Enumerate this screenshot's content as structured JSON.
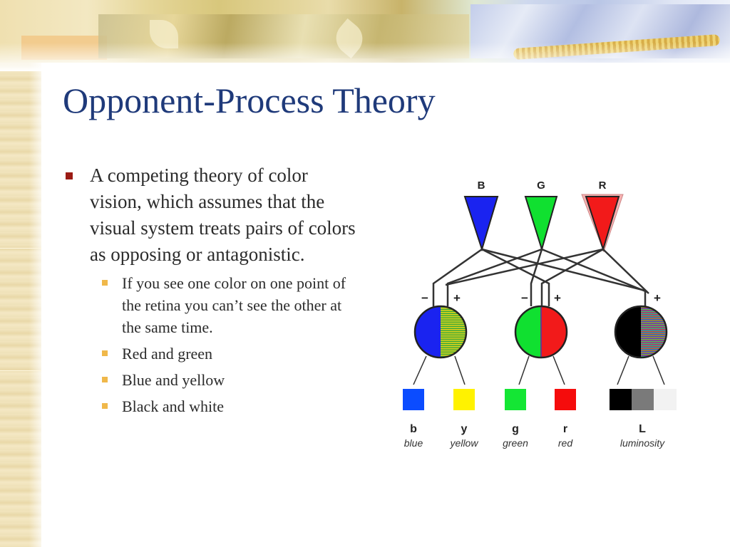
{
  "slide": {
    "title": "Opponent-Process Theory",
    "bullet": "A competing theory of color vision, which assumes that the visual system treats pairs of colors as opposing or antagonistic.",
    "sub_bullets": [
      "If you see one color on one point of the retina you can’t see the other at the same time.",
      "Red and green",
      "Blue and yellow",
      "Black and white"
    ]
  },
  "diagram": {
    "cones": [
      "B",
      "G",
      "R"
    ],
    "signs": {
      "minus": "−",
      "plus": "+"
    },
    "channel_letters": [
      "b",
      "y",
      "g",
      "r",
      "L"
    ],
    "channel_names": [
      "blue",
      "yellow",
      "green",
      "red",
      "luminosity"
    ],
    "colors": {
      "blue": "#1a23f0",
      "green": "#10e030",
      "red": "#f21a1a",
      "yellow": "#fff200",
      "swatch_blue": "#0b4cff",
      "swatch_yellow": "#fff200",
      "swatch_green": "#14e634",
      "swatch_red": "#f50c0c",
      "black": "#000000",
      "gray": "#7a7a7a",
      "white": "#f2f2f2",
      "title": "#1f3a7a",
      "bullet_marker": "#9b1b14",
      "sub_marker": "#f0b84a"
    }
  }
}
